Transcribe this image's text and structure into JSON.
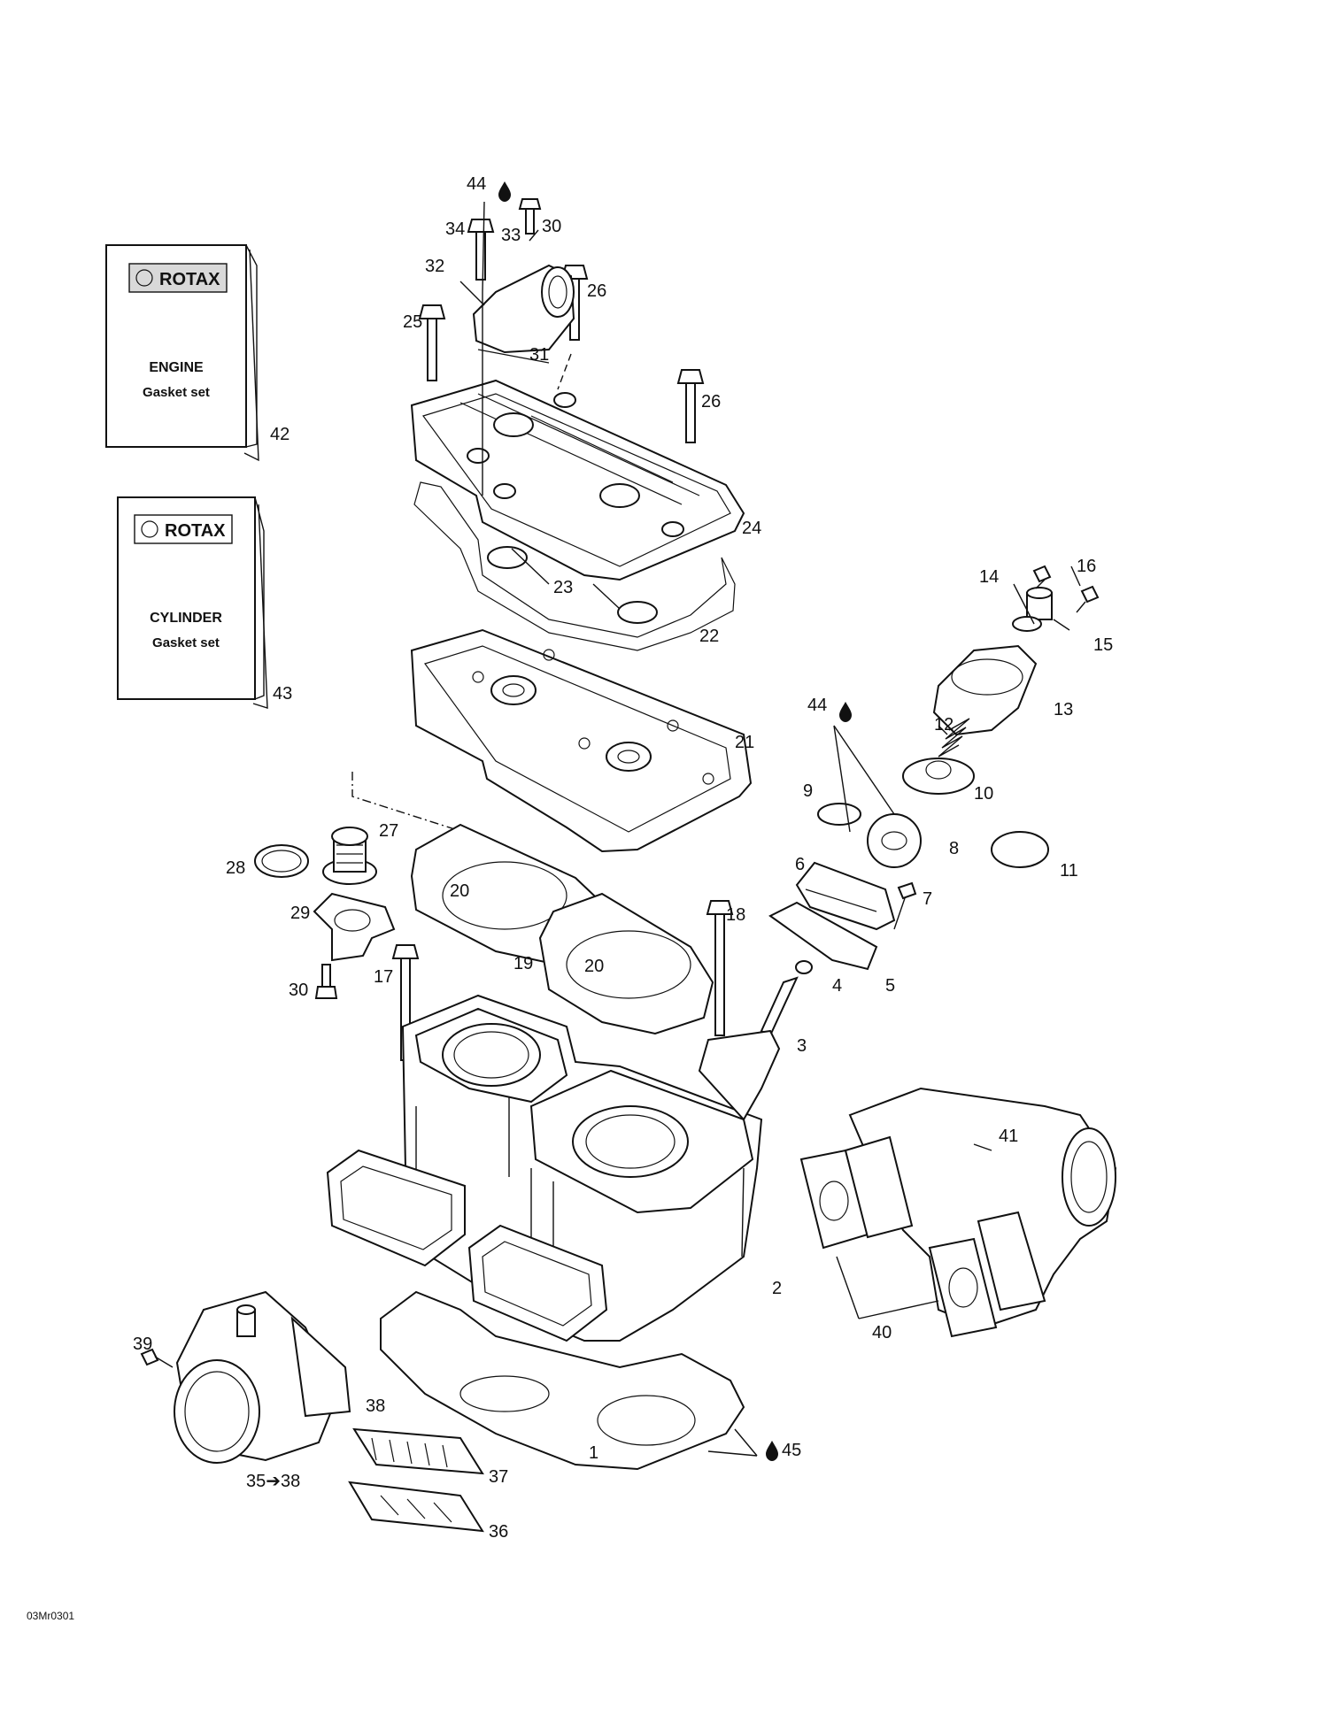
{
  "diagram_code": "03Mr0301",
  "booklets": [
    {
      "id": "42",
      "brand": "ROTAX",
      "title": "ENGINE",
      "subtitle": "Gasket set"
    },
    {
      "id": "43",
      "brand": "ROTAX",
      "title": "CYLINDER",
      "subtitle": "Gasket set"
    }
  ],
  "lube_symbol": "drop-icon",
  "callouts": {
    "c1": "1",
    "c2": "2",
    "c3": "3",
    "c4": "4",
    "c5": "5",
    "c6": "6",
    "c7": "7",
    "c8": "8",
    "c9": "9",
    "c10": "10",
    "c11": "11",
    "c12": "12",
    "c13": "13",
    "c14": "14",
    "c15": "15",
    "c16": "16",
    "c17": "17",
    "c18": "18",
    "c19": "19",
    "c20a": "20",
    "c20b": "20",
    "c21": "21",
    "c22": "22",
    "c23": "23",
    "c24": "24",
    "c25": "25",
    "c26a": "26",
    "c26b": "26",
    "c27": "27",
    "c28": "28",
    "c29": "29",
    "c30a": "30",
    "c30b": "30",
    "c31": "31",
    "c32": "32",
    "c33": "33",
    "c34": "34",
    "c35": "35➔38",
    "c36": "36",
    "c37": "37",
    "c38": "38",
    "c39": "39",
    "c40": "40",
    "c41": "41",
    "c42": "42",
    "c43": "43",
    "c44a": "44",
    "c44b": "44",
    "c45": "45"
  }
}
